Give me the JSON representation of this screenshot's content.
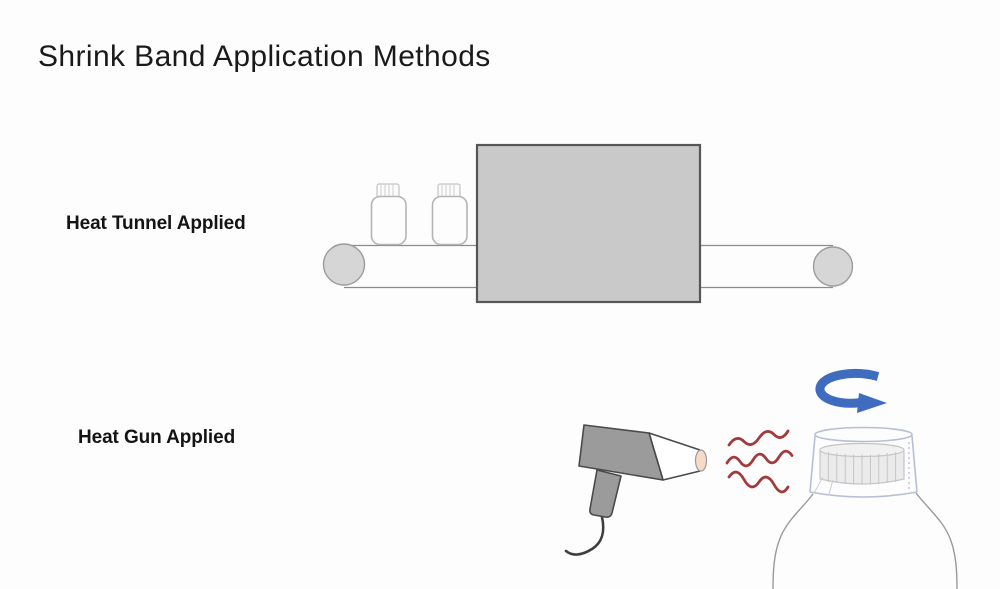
{
  "page": {
    "title": "Shrink Band Application Methods",
    "background": "#fdfdfd"
  },
  "methods": [
    {
      "label": "Heat Tunnel Applied",
      "illustration": "conveyor-belt-with-heat-tunnel"
    },
    {
      "label": "Heat Gun Applied",
      "illustration": "heat-gun-shrinking-band-on-bottle"
    }
  ],
  "illustrations": {
    "heat_tunnel": {
      "parts": [
        "conveyor-belt",
        "belt-roller-left",
        "belt-roller-right",
        "bottle-left",
        "bottle-right",
        "heat-tunnel-box"
      ]
    },
    "heat_gun": {
      "parts": [
        "heat-gun",
        "power-cord",
        "heat-waves",
        "rotation-arrow",
        "shrink-band",
        "bottle-cap",
        "bottle-shoulders"
      ]
    }
  },
  "colors": {
    "text": "#1a1a1a",
    "tunnel_fill": "#c9c9c9",
    "tunnel_border": "#565656",
    "roller_fill": "#d6d6d6",
    "belt_line": "#8c8c8c",
    "bottle_outline": "#b5b5b5",
    "gun_gray": "#9b9b9b",
    "gun_outline": "#4a4a4a",
    "nozzle_tip": "#f6dcc8",
    "heat_wave_red": "#a33a3c",
    "rotation_arrow_blue": "#3f6cbf",
    "band_outline": "#b6bfd6",
    "cap_fill": "#ebebeb"
  }
}
